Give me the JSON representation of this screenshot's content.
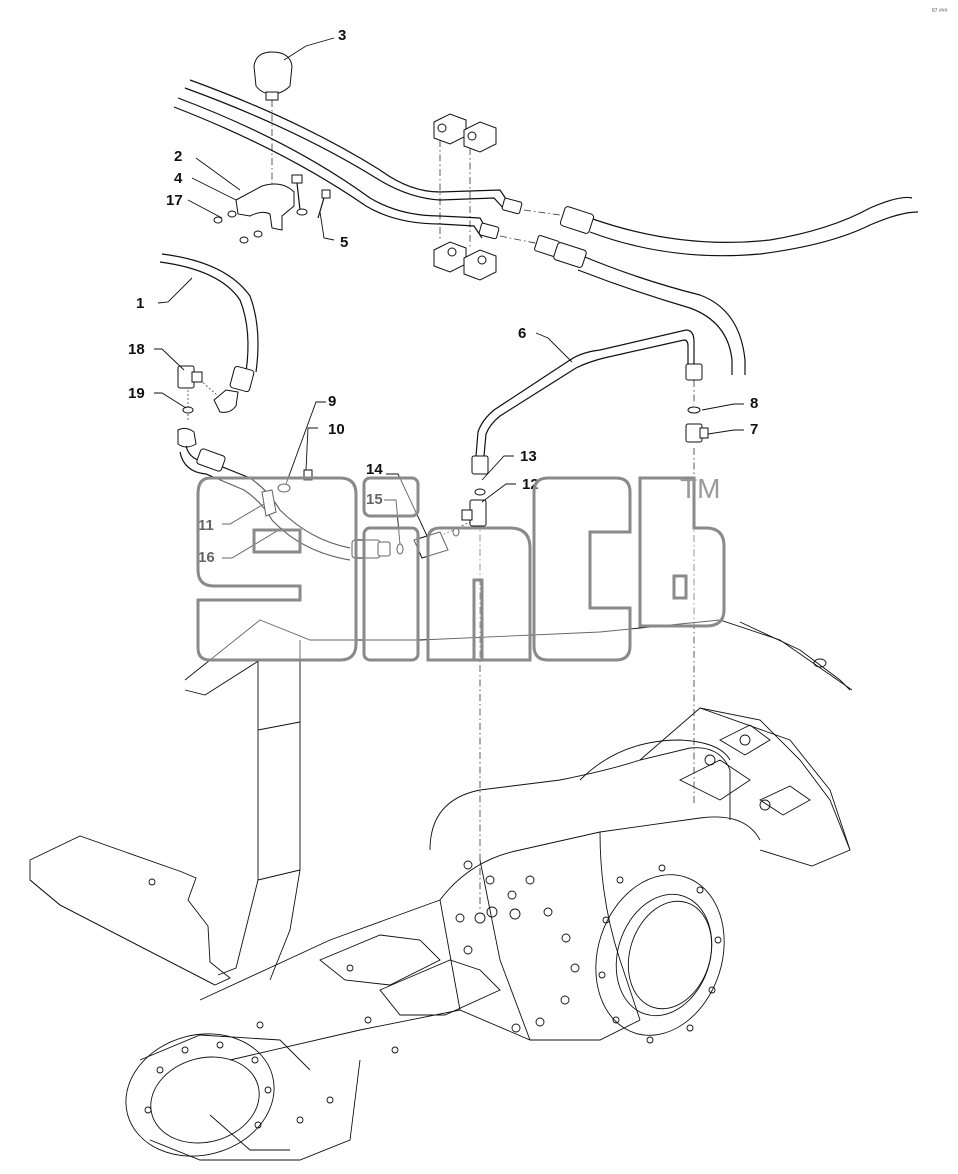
{
  "diagram": {
    "corner_code": "87 ###",
    "watermark_tm": "TM",
    "callouts": [
      {
        "id": "c3",
        "label": "3"
      },
      {
        "id": "c2",
        "label": "2"
      },
      {
        "id": "c4",
        "label": "4"
      },
      {
        "id": "c17",
        "label": "17"
      },
      {
        "id": "c5",
        "label": "5"
      },
      {
        "id": "c1",
        "label": "1"
      },
      {
        "id": "c18",
        "label": "18"
      },
      {
        "id": "c19",
        "label": "19"
      },
      {
        "id": "c6",
        "label": "6"
      },
      {
        "id": "c8",
        "label": "8"
      },
      {
        "id": "c7",
        "label": "7"
      },
      {
        "id": "c9",
        "label": "9"
      },
      {
        "id": "c10",
        "label": "10"
      },
      {
        "id": "c14",
        "label": "14"
      },
      {
        "id": "c13",
        "label": "13"
      },
      {
        "id": "c15",
        "label": "15"
      },
      {
        "id": "c12",
        "label": "12"
      },
      {
        "id": "c11",
        "label": "11"
      },
      {
        "id": "c16",
        "label": "16"
      }
    ]
  }
}
